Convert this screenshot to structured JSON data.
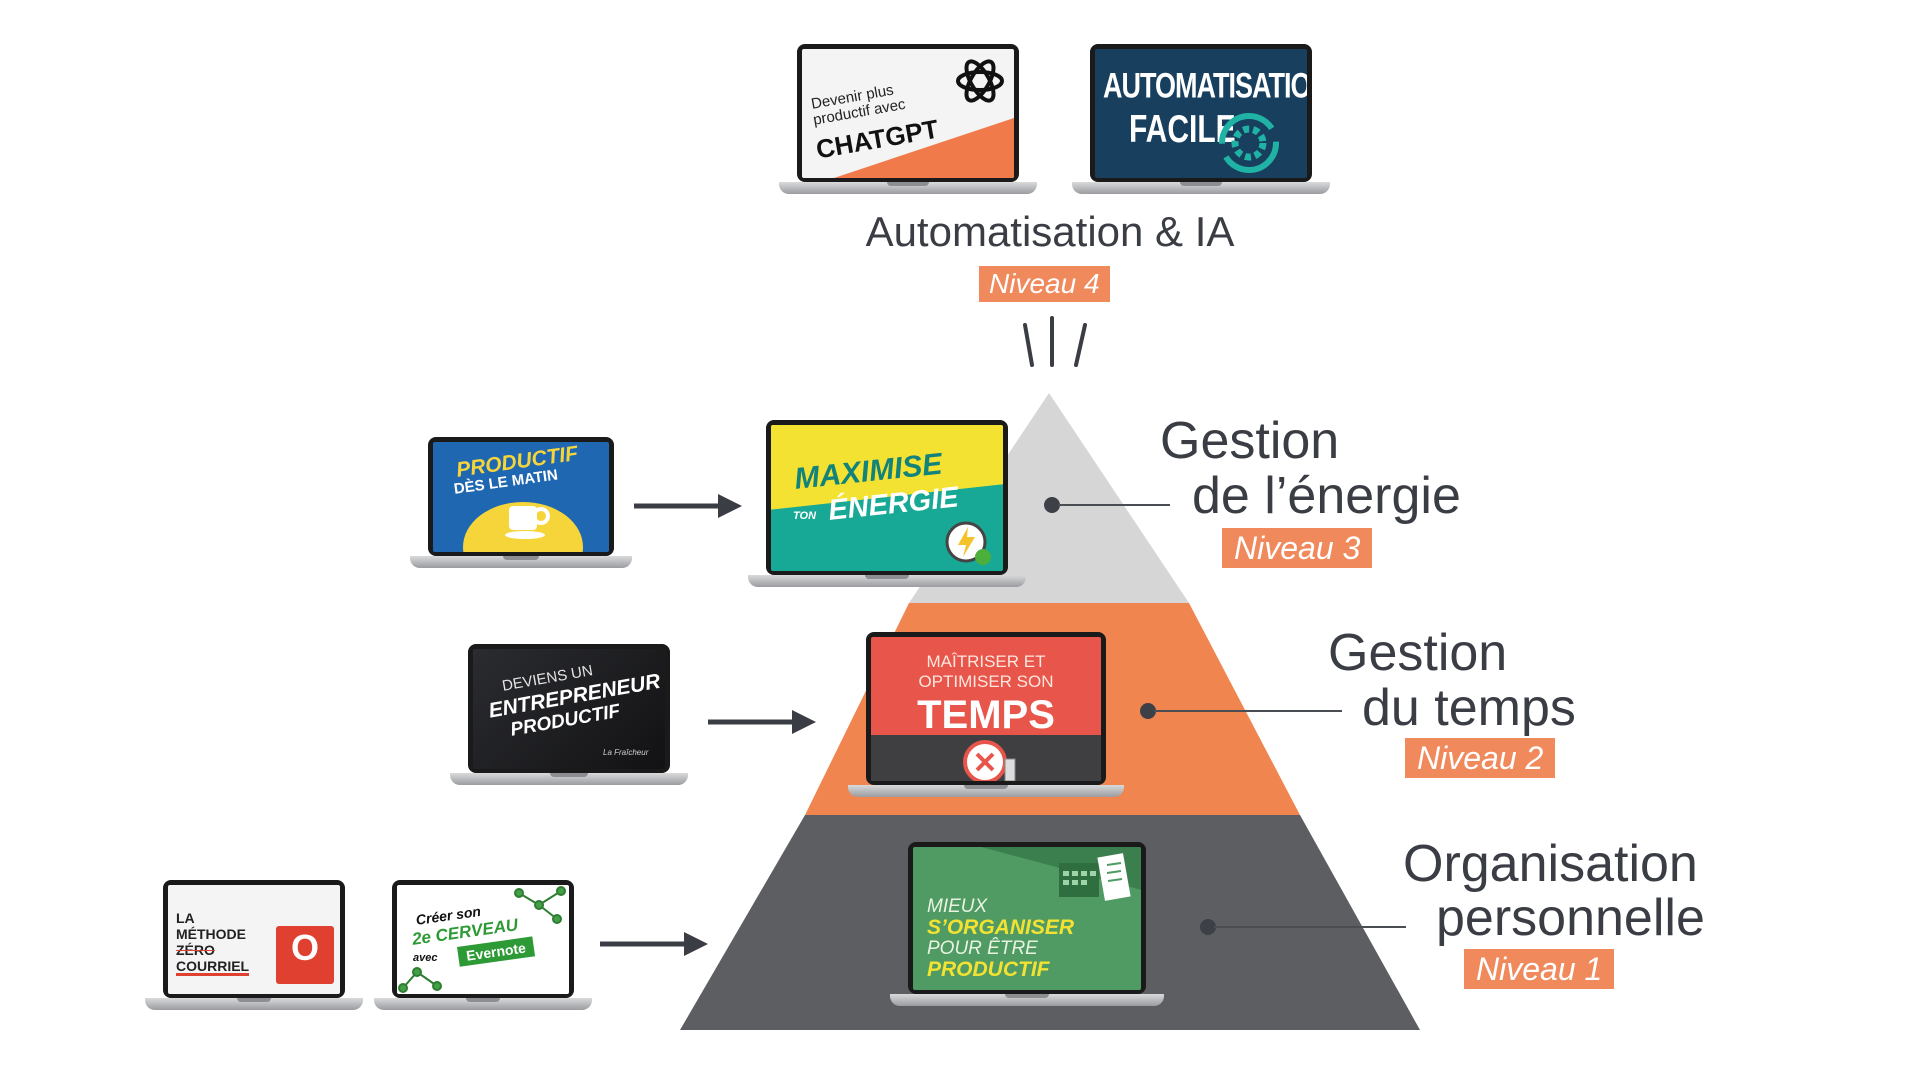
{
  "levels": [
    {
      "title_line1": "Automatisation & IA",
      "badge": "Niveau 4"
    },
    {
      "title_line1": "Gestion",
      "title_line2": "de l’énergie",
      "badge": "Niveau 3"
    },
    {
      "title_line1": "Gestion",
      "title_line2": "du temps",
      "badge": "Niveau 2"
    },
    {
      "title_line1": "Organisation",
      "title_line2": "personnelle",
      "badge": "Niveau 1"
    }
  ],
  "courses": {
    "chatgpt": {
      "l1": "Devenir plus",
      "l2": "productif avec",
      "l3": "CHATGPT"
    },
    "automatisation": {
      "l1": "AUTOMATISATION",
      "l2": "FACILE"
    },
    "productif_matin": {
      "l1": "PRODUCTIF",
      "l2": "DÈS LE MATIN"
    },
    "maximise": {
      "l1": "MAXIMISE",
      "l2": "TON",
      "l3": "ÉNERGIE"
    },
    "entrepreneur": {
      "l1": "DEVIENS UN",
      "l2": "ENTREPRENEUR",
      "l3": "PRODUCTIF",
      "sig": "La Fraîcheur"
    },
    "temps": {
      "l1": "MAÎTRISER ET",
      "l2": "OPTIMISER SON",
      "l3": "TEMPS"
    },
    "zero_courriel": {
      "l1": "LA",
      "l2": "MÉTHODE",
      "l3": "ZÉRO",
      "l4": "COURRIEL",
      "icon": "O"
    },
    "cerveau": {
      "l1": "Créer son",
      "l2": "2e CERVEAU",
      "l3": "avec",
      "l4": "Evernote"
    },
    "organiser": {
      "l1": "MIEUX",
      "l2": "S’ORGANISER",
      "l3": "POUR ÊTRE",
      "l4": "PRODUCTIF"
    }
  },
  "colors": {
    "pyramid_top": "#d6d6d6",
    "pyramid_mid": "#f08550",
    "pyramid_bottom": "#5c5e61",
    "accent": "#f08a5d",
    "text": "#3a3d44"
  }
}
